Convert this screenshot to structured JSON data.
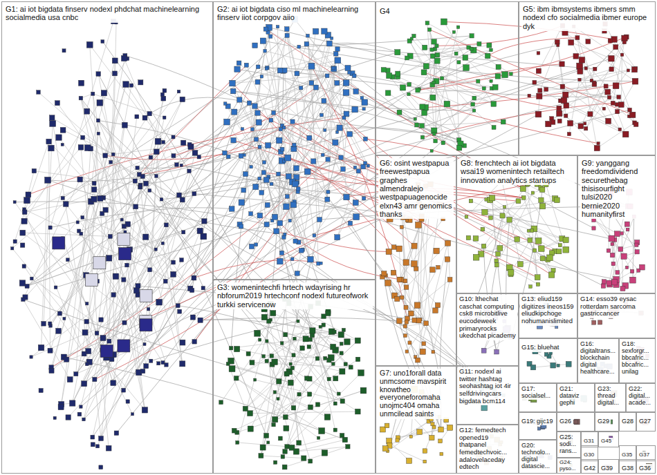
{
  "diagram": {
    "nodes": [
      {
        "text": [
          "G1: ai iot bigdata finserv nodexl phdchat machinelearning socialmedia usa cnbc"
        ]
      },
      {
        "text": [
          "G2: ai iot bigdata ciso ml machinelearning finserv iiot corpgov aiio"
        ]
      },
      {
        "text": [
          "G4"
        ]
      },
      {
        "text": [
          "G5: ibm ibmsystems ibmers smm nodexl cfo socialmedia ibmer europe dyk"
        ]
      },
      {
        "text": [
          "G6: osint westpapua freewestpapua graphes almendralejo westpapuagenocide elxn43 amr genomics thanks"
        ]
      },
      {
        "text": [
          "G8: frenchtech ai iot bigdata wsai19 womenintech retailtech innovation analytics startups"
        ]
      },
      {
        "text": [
          "G9: yanggang freedomdividend securethebag thisisourfight tulsi2020 bernie2020 humanityfirst"
        ]
      },
      {
        "text": [
          "G3: womenintechfi hrtech wdayrising hr nbforum2019 hrtechconf nodexl futureofwork turkki servicenow"
        ]
      },
      {
        "text": [
          "G10: lthechat caschat computing csk8 microbitlive eucodeweek primaryrocks ukedchat picademy"
        ]
      },
      {
        "text": [
          "G13: eliud159 digitizes ineos159 eliudkipchoge nohumanislimited"
        ]
      },
      {
        "text": [
          "G14: esso39 eysac rotterdam sarcoma gastriccancer"
        ]
      },
      {
        "text": [
          "G7: uno1forall data unmcsome mavspirit knowtheo everyoneforomaha unojmc404 omaha unmcilead saints"
        ]
      },
      {
        "text": [
          "G11: nodexl ai twitter hashtag seohashtag iot 4ir selfdrivingcars bigdata bcm114"
        ]
      },
      {
        "text": [
          "G15: bluehat"
        ]
      },
      {
        "text": [
          "G16: digitaltrans... blockchain digital healthcare..."
        ]
      },
      {
        "text": [
          "G18: sexforgr... bbcafric... bbcafric... unilag"
        ]
      },
      {
        "text": [
          "G12: femedtech opened19 thatpanel femedtechvoic... adalovelaceday edtech"
        ]
      },
      {
        "text": [
          "G17: socialsel..."
        ]
      },
      {
        "text": [
          "G21: dataviz gephi"
        ]
      },
      {
        "text": [
          "G23: thread digital..."
        ]
      },
      {
        "text": [
          "G22: digital... acade..."
        ]
      },
      {
        "text": [
          "G19: gijc19"
        ]
      },
      {
        "text": [
          "G26"
        ]
      },
      {
        "text": [
          "G29"
        ]
      },
      {
        "text": [
          "G28"
        ]
      },
      {
        "text": [
          "G27"
        ]
      },
      {
        "text": [
          "G20: technolo... digital datascie..."
        ]
      },
      {
        "text": [
          "G25: sodi... rans..."
        ]
      },
      {
        "text": [
          "G31"
        ]
      },
      {
        "text": [
          "G45"
        ]
      },
      {
        "text": [
          "G30"
        ]
      },
      {
        "text": [
          "G35"
        ]
      },
      {
        "text": [
          "G37"
        ]
      },
      {
        "text": [
          "G24: pyso..."
        ]
      },
      {
        "text": [
          "G42"
        ]
      },
      {
        "text": [
          "G39"
        ]
      },
      {
        "text": [
          "G38"
        ]
      },
      {
        "text": [
          "G36"
        ]
      }
    ]
  }
}
